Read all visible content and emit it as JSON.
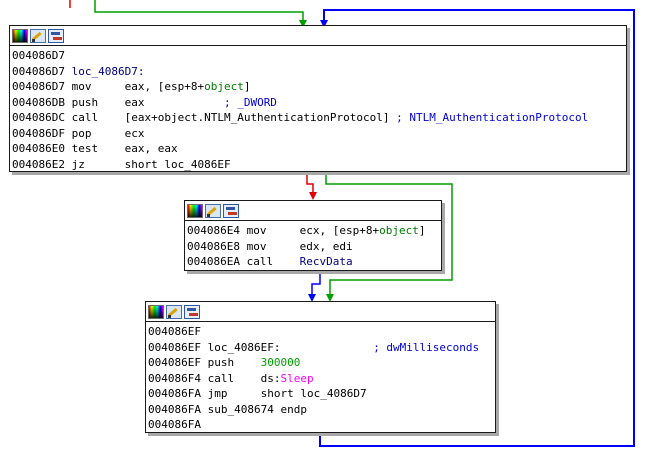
{
  "colors": {
    "edge_true": "#00a000",
    "edge_false": "#e00000",
    "edge_uncond": "#0000ff",
    "node_border": "#1a1a1a",
    "node_shadow": "#a8a8a8",
    "operand_symbol": "#007a00",
    "comment": "#0000d8",
    "imported_api": "#ff00ff"
  },
  "icons": {
    "color_picker": "color-picker-icon",
    "rename": "rename-icon",
    "graph_view": "graph-view-icon"
  },
  "nodes": [
    {
      "id": "block1",
      "lines": [
        {
          "addr": "004086D7",
          "mnem": "",
          "ops": []
        },
        {
          "addr": "004086D7",
          "mnem": "",
          "ops": [
            {
              "t": "loc_4086D7:",
              "c": "name"
            }
          ]
        },
        {
          "addr": "004086D7",
          "mnem": "mov",
          "ops": [
            {
              "t": "eax, [esp+8+"
            },
            {
              "t": "object",
              "c": "sym"
            },
            {
              "t": "]"
            }
          ]
        },
        {
          "addr": "004086DB",
          "mnem": "push",
          "ops": [
            {
              "t": "eax            "
            },
            {
              "t": "; _DWORD",
              "c": "cmt"
            }
          ]
        },
        {
          "addr": "004086DC",
          "mnem": "call",
          "ops": [
            {
              "t": "[eax+object.NTLM_AuthenticationProtocol] "
            },
            {
              "t": "; NTLM_AuthenticationProtocol",
              "c": "cmt"
            }
          ]
        },
        {
          "addr": "004086DF",
          "mnem": "pop",
          "ops": [
            {
              "t": "ecx"
            }
          ]
        },
        {
          "addr": "004086E0",
          "mnem": "test",
          "ops": [
            {
              "t": "eax, eax"
            }
          ]
        },
        {
          "addr": "004086E2",
          "mnem": "jz",
          "ops": [
            {
              "t": "short loc_4086EF"
            }
          ]
        }
      ]
    },
    {
      "id": "block2",
      "lines": [
        {
          "addr": "004086E4",
          "mnem": "mov",
          "ops": [
            {
              "t": "ecx, [esp+8+"
            },
            {
              "t": "object",
              "c": "sym"
            },
            {
              "t": "]"
            }
          ]
        },
        {
          "addr": "004086E8",
          "mnem": "mov",
          "ops": [
            {
              "t": "edx, edi"
            }
          ]
        },
        {
          "addr": "004086EA",
          "mnem": "call",
          "ops": [
            {
              "t": "RecvData",
              "c": "name"
            }
          ]
        }
      ]
    },
    {
      "id": "block3",
      "lines": [
        {
          "addr": "004086EF",
          "mnem": "",
          "ops": []
        },
        {
          "addr": "004086EF",
          "mnem": "",
          "ops": [
            {
              "t": "loc_4086EF:              "
            },
            {
              "t": "; dwMilliseconds",
              "c": "cmt"
            }
          ]
        },
        {
          "addr": "004086EF",
          "mnem": "push",
          "ops": [
            {
              "t": "300000",
              "c": "num"
            }
          ]
        },
        {
          "addr": "004086F4",
          "mnem": "call",
          "ops": [
            {
              "t": "ds:",
              "c": "ds"
            },
            {
              "t": "Sleep",
              "c": "api"
            }
          ]
        },
        {
          "addr": "004086FA",
          "mnem": "jmp",
          "ops": [
            {
              "t": "short loc_4086D7"
            }
          ]
        },
        {
          "addr": "004086FA",
          "mnem": "",
          "ops": [
            {
              "t": "sub_408674 endp"
            }
          ]
        },
        {
          "addr": "004086FA",
          "mnem": "",
          "ops": []
        }
      ]
    }
  ]
}
